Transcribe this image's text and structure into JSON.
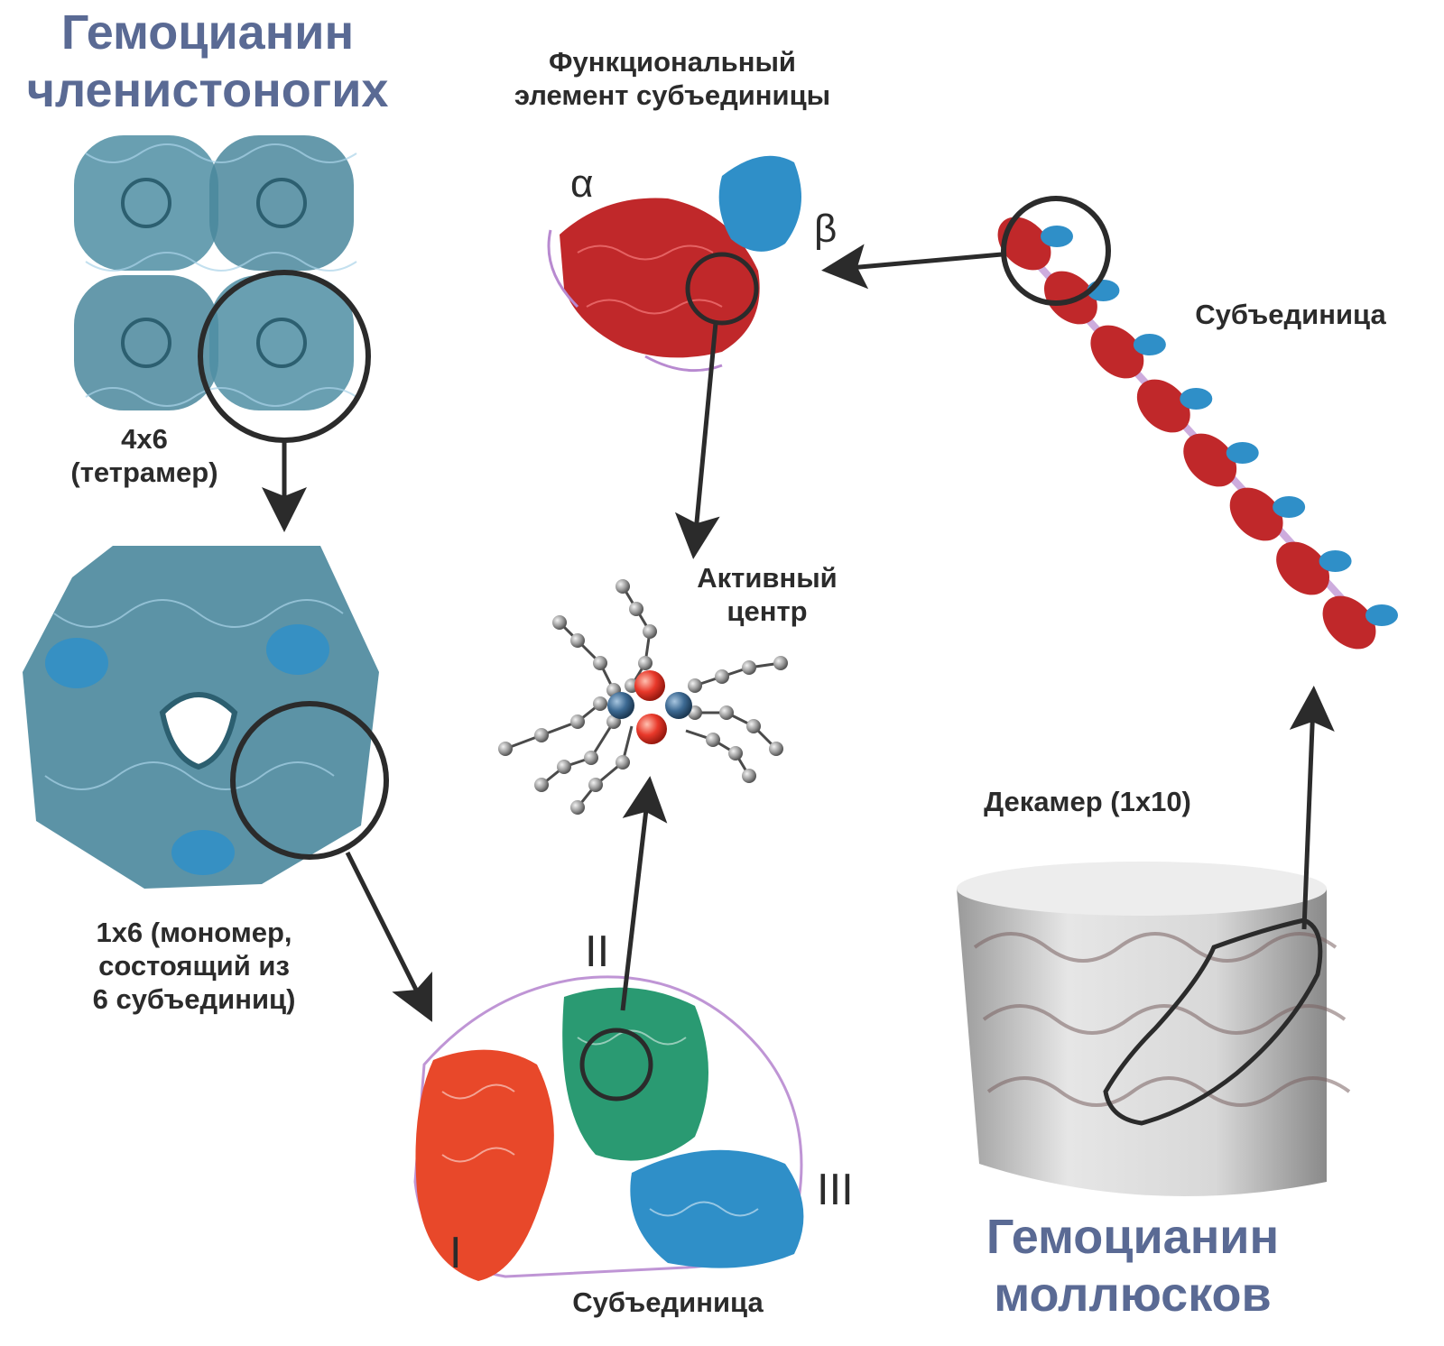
{
  "arthropod": {
    "title_line1": "Гемоцианин",
    "title_line2": "членистоногих",
    "tetramer_line1": "4x6",
    "tetramer_line2": "(тетрамер)",
    "monomer_line1": "1x6 (мономер,",
    "monomer_line2": "состоящий из",
    "monomer_line3": "6 субъединиц)"
  },
  "functional_unit": {
    "line1": "Функциональный",
    "line2": "элемент субъединицы",
    "alpha": "α",
    "beta": "β"
  },
  "active_site": {
    "line1": "Активный",
    "line2": "центр"
  },
  "subunit_arthropod": {
    "label": "Субъединица",
    "domain_1": "I",
    "domain_2": "II",
    "domain_3": "III"
  },
  "mollusc": {
    "subunit_label": "Субъединица",
    "decamer_label": "Декамер (1x10)",
    "title_line1": "Гемоцианин",
    "title_line2": "моллюсков"
  },
  "colors": {
    "title_blue": "#5a6a94",
    "text_dark": "#2b2b2b",
    "teal_protein": "#3f7f95",
    "red_helix": "#c0282a",
    "blue_sheet": "#2f8fc8",
    "orange_domain": "#e8482a",
    "green_domain": "#2a9a72",
    "copper_atom": "#3d6a93",
    "oxygen_atom": "#e8382a",
    "residue_gray": "#9a9a9a"
  }
}
